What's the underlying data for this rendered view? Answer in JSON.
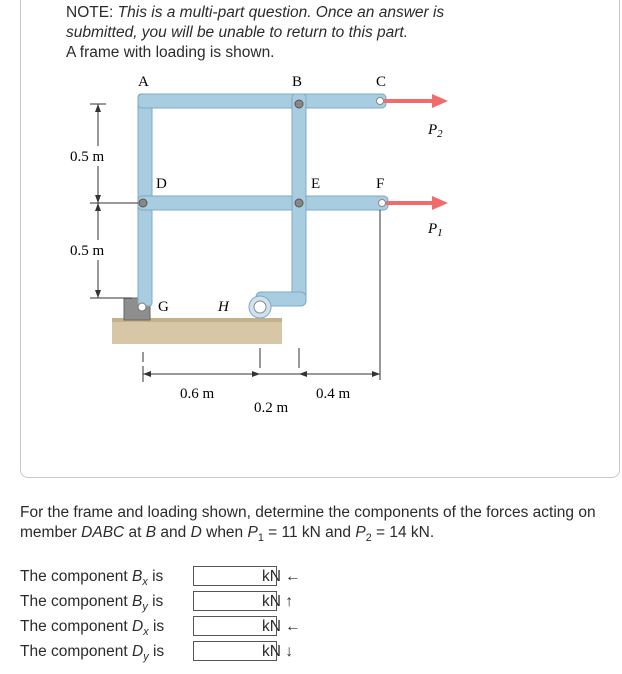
{
  "note": {
    "line1": "NOTE: ",
    "line1_italic": "This is a multi-part question. Once an answer is",
    "line2_italic": "submitted, you will be unable to return to this part.",
    "line3": "A frame with loading is shown."
  },
  "figure": {
    "labels": {
      "A": "A",
      "B": "B",
      "C": "C",
      "D": "D",
      "E": "E",
      "F": "F",
      "G": "G",
      "H": "H",
      "P2": "P",
      "P2_sub": "2",
      "P1": "P",
      "P1_sub": "1"
    },
    "dimensions": {
      "upper_vertical": "0.5 m",
      "lower_vertical": "0.5 m",
      "span_1": "0.6 m",
      "span_2": "0.2 m",
      "span_3": "0.4 m"
    },
    "colors": {
      "member_fill": "#a9cde0",
      "member_stroke": "#7fa9c2",
      "ground": "#d8c7a6",
      "arrow": "#f26b6b"
    }
  },
  "problem": {
    "text_a": "For the frame and loading shown, determine the components of the forces acting on member ",
    "member": "DABC",
    "text_b": " at ",
    "point_b": "B",
    "text_c": " and ",
    "point_d": "D",
    "text_d": " when ",
    "p1": "P",
    "p1_sub": "1",
    "text_e": " = 11 kN and ",
    "p2": "P",
    "p2_sub": "2",
    "text_f": " = 14 kN."
  },
  "answers": [
    {
      "prefix": "The component ",
      "var": "B",
      "sub": "x",
      "suffix": " is",
      "unit": "kN ←",
      "value": ""
    },
    {
      "prefix": "The component ",
      "var": "B",
      "sub": "y",
      "suffix": " is",
      "unit": "kN ↑",
      "value": ""
    },
    {
      "prefix": "The component ",
      "var": "D",
      "sub": "x",
      "suffix": " is",
      "unit": "kN ←",
      "value": ""
    },
    {
      "prefix": "The component ",
      "var": "D",
      "sub": "y",
      "suffix": " is",
      "unit": "kN ↓",
      "value": ""
    }
  ]
}
